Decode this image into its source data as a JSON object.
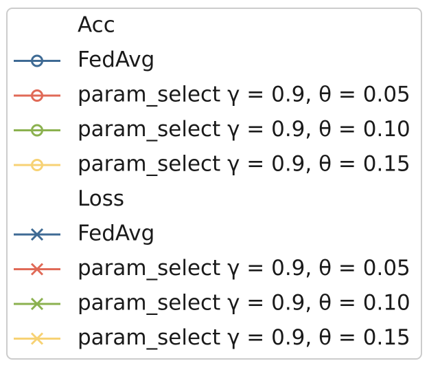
{
  "chart_data": {
    "type": "line",
    "legend_placement": "standalone",
    "legend": {
      "groups": [
        {
          "title": "Acc",
          "marker": "circle",
          "entries": [
            {
              "name": "FedAvg",
              "color": "#3e6a94"
            },
            {
              "name": "param_select γ = 0.9, θ = 0.05",
              "color": "#e06a57"
            },
            {
              "name": "param_select γ = 0.9, θ = 0.10",
              "color": "#8bb14f"
            },
            {
              "name": "param_select γ = 0.9, θ = 0.15",
              "color": "#f7d274"
            }
          ]
        },
        {
          "title": "Loss",
          "marker": "x",
          "entries": [
            {
              "name": "FedAvg",
              "color": "#3e6a94"
            },
            {
              "name": "param_select γ = 0.9, θ = 0.05",
              "color": "#e06a57"
            },
            {
              "name": "param_select γ = 0.9, θ = 0.10",
              "color": "#8bb14f"
            },
            {
              "name": "param_select γ = 0.9, θ = 0.15",
              "color": "#f7d274"
            }
          ]
        }
      ]
    }
  }
}
